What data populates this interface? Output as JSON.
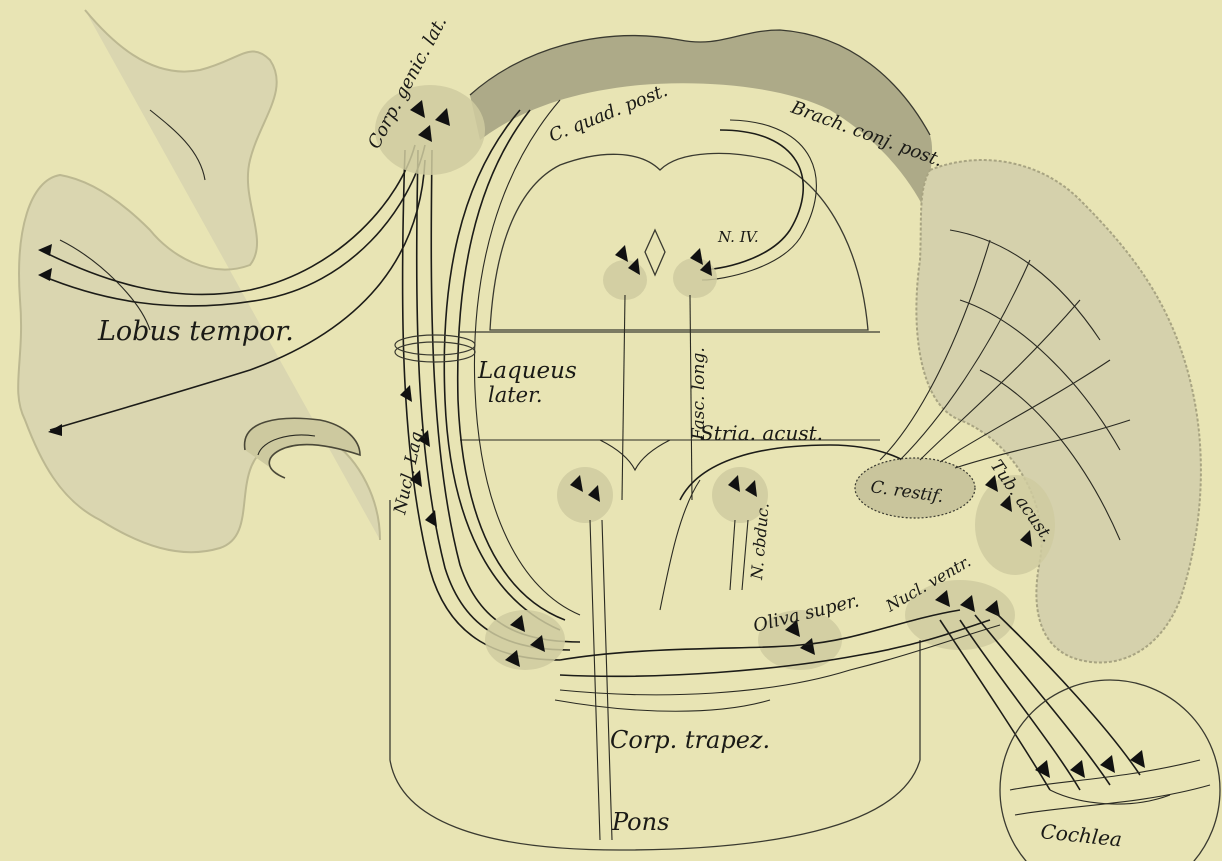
{
  "figure": {
    "background": "#e8e4b4",
    "ink": "#1a1a16",
    "labels": {
      "corp_genic_lat": "Corp. genic. lat.",
      "c_quad_post": "C. quad. post.",
      "brach_conj_post": "Brach. conj. post.",
      "n_iv": "N. IV.",
      "lobus_tempor": "Lobus tempor.",
      "laqueus_1": "Laqueus",
      "laqueus_2": "later.",
      "fasc_long": "Fasc. long.",
      "stria_acust": "Stria. acust.",
      "nucl_laq": "Nucl. Laq.",
      "c_restif": "C. restif.",
      "tub_acust": "Tub. acust.",
      "n_cbduc": "N. cbduc.",
      "oliva_super": "Oliva super.",
      "nucl_ventr": "Nucl. ventr.",
      "corp_trapez": "Corp. trapez.",
      "pons": "Pons",
      "cochlea": "Cochlea"
    }
  }
}
